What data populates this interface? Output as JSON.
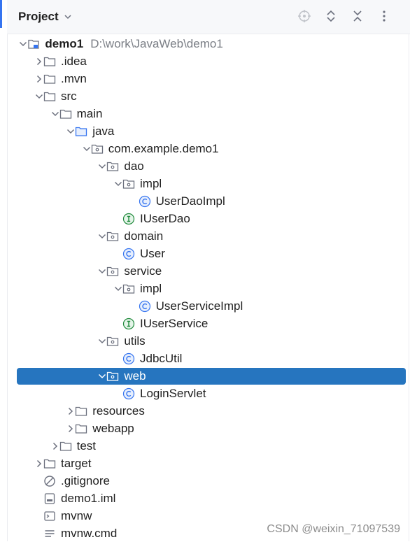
{
  "header": {
    "title": "Project"
  },
  "root": {
    "name": "demo1",
    "path": "D:\\work\\JavaWeb\\demo1"
  },
  "tree": [
    {
      "label": "demo1",
      "level": 0,
      "arrow": "down",
      "icon": "module-icon",
      "bold": true
    },
    {
      "label": ".idea",
      "level": 1,
      "arrow": "right",
      "icon": "folder-icon"
    },
    {
      "label": ".mvn",
      "level": 1,
      "arrow": "right",
      "icon": "folder-icon"
    },
    {
      "label": "src",
      "level": 1,
      "arrow": "down",
      "icon": "folder-icon"
    },
    {
      "label": "main",
      "level": 2,
      "arrow": "down",
      "icon": "folder-icon"
    },
    {
      "label": "java",
      "level": 3,
      "arrow": "down",
      "icon": "source-folder-icon"
    },
    {
      "label": "com.example.demo1",
      "level": 4,
      "arrow": "down",
      "icon": "package-icon"
    },
    {
      "label": "dao",
      "level": 5,
      "arrow": "down",
      "icon": "package-icon"
    },
    {
      "label": "impl",
      "level": 6,
      "arrow": "down",
      "icon": "package-icon"
    },
    {
      "label": "UserDaoImpl",
      "level": 7,
      "arrow": "none",
      "icon": "class-icon"
    },
    {
      "label": "IUserDao",
      "level": 6,
      "arrow": "none",
      "icon": "interface-icon"
    },
    {
      "label": "domain",
      "level": 5,
      "arrow": "down",
      "icon": "package-icon"
    },
    {
      "label": "User",
      "level": 6,
      "arrow": "none",
      "icon": "class-icon"
    },
    {
      "label": "service",
      "level": 5,
      "arrow": "down",
      "icon": "package-icon"
    },
    {
      "label": "impl",
      "level": 6,
      "arrow": "down",
      "icon": "package-icon"
    },
    {
      "label": "UserServiceImpl",
      "level": 7,
      "arrow": "none",
      "icon": "class-icon"
    },
    {
      "label": "IUserService",
      "level": 6,
      "arrow": "none",
      "icon": "interface-icon"
    },
    {
      "label": "utils",
      "level": 5,
      "arrow": "down",
      "icon": "package-icon"
    },
    {
      "label": "JdbcUtil",
      "level": 6,
      "arrow": "none",
      "icon": "class-icon"
    },
    {
      "label": "web",
      "level": 5,
      "arrow": "down",
      "icon": "package-icon",
      "selected": true
    },
    {
      "label": "LoginServlet",
      "level": 6,
      "arrow": "none",
      "icon": "class-icon"
    },
    {
      "label": "resources",
      "level": 3,
      "arrow": "right",
      "icon": "folder-icon"
    },
    {
      "label": "webapp",
      "level": 3,
      "arrow": "right",
      "icon": "folder-icon"
    },
    {
      "label": "test",
      "level": 2,
      "arrow": "right",
      "icon": "folder-icon"
    },
    {
      "label": "target",
      "level": 1,
      "arrow": "right",
      "icon": "folder-icon"
    },
    {
      "label": ".gitignore",
      "level": 1,
      "arrow": "none",
      "icon": "ignore-file-icon"
    },
    {
      "label": "demo1.iml",
      "level": 1,
      "arrow": "none",
      "icon": "iml-file-icon"
    },
    {
      "label": "mvnw",
      "level": 1,
      "arrow": "none",
      "icon": "shell-file-icon"
    },
    {
      "label": "mvnw.cmd",
      "level": 1,
      "arrow": "none",
      "icon": "text-file-icon"
    }
  ],
  "watermark": "CSDN @weixin_71097539",
  "colors": {
    "selection": "#2675bf",
    "class_icon": "#3574f0",
    "interface_icon": "#208a3c",
    "icon_stroke": "#6c707e"
  }
}
